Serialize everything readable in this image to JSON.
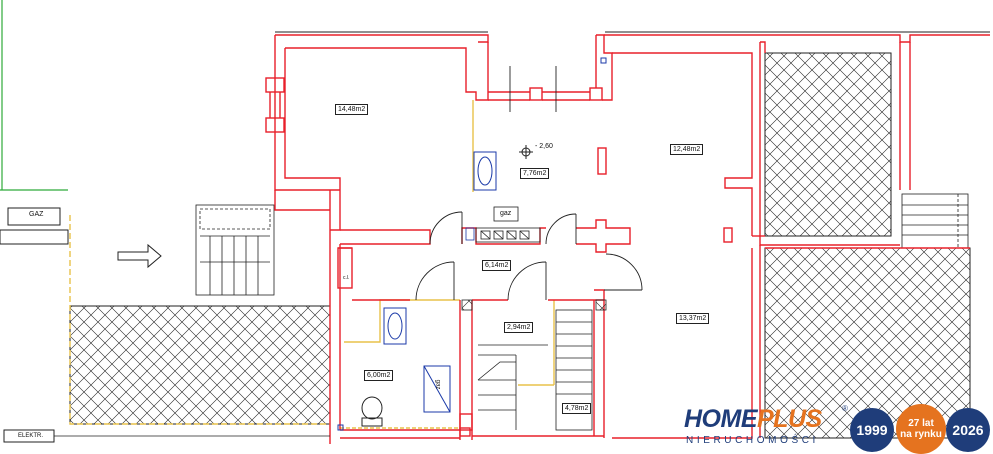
{
  "rooms": {
    "r1": "14,48m2",
    "r2": "7,76m2",
    "r3": "12,48m2",
    "r4": "6,14m2",
    "r5": "2,94m2",
    "r6": "13,37m2",
    "r7": "6,00m2",
    "r8": "4,78m2"
  },
  "labels": {
    "gaz_left": "GAZ",
    "gaz_center": "gaz",
    "gaz_bath": "gaz",
    "level": "- 2,60",
    "elektr": "ELEKTR.",
    "cabinet": "c.l."
  },
  "colors": {
    "wall": "#e8202a",
    "pipe": "#e8c24a",
    "green": "#2faa3a",
    "blue": "#1b3aa8",
    "brand_blue": "#1f3d7a",
    "brand_orange": "#e5731f"
  },
  "logo": {
    "brand_home": "HOME",
    "brand_plus": "PLUS",
    "registered": "®",
    "subtitle": "NIERUCHOMOŚCI",
    "year_start": "1999",
    "years_line1": "27 lat",
    "years_line2": "na rynku",
    "year_end": "2026"
  }
}
